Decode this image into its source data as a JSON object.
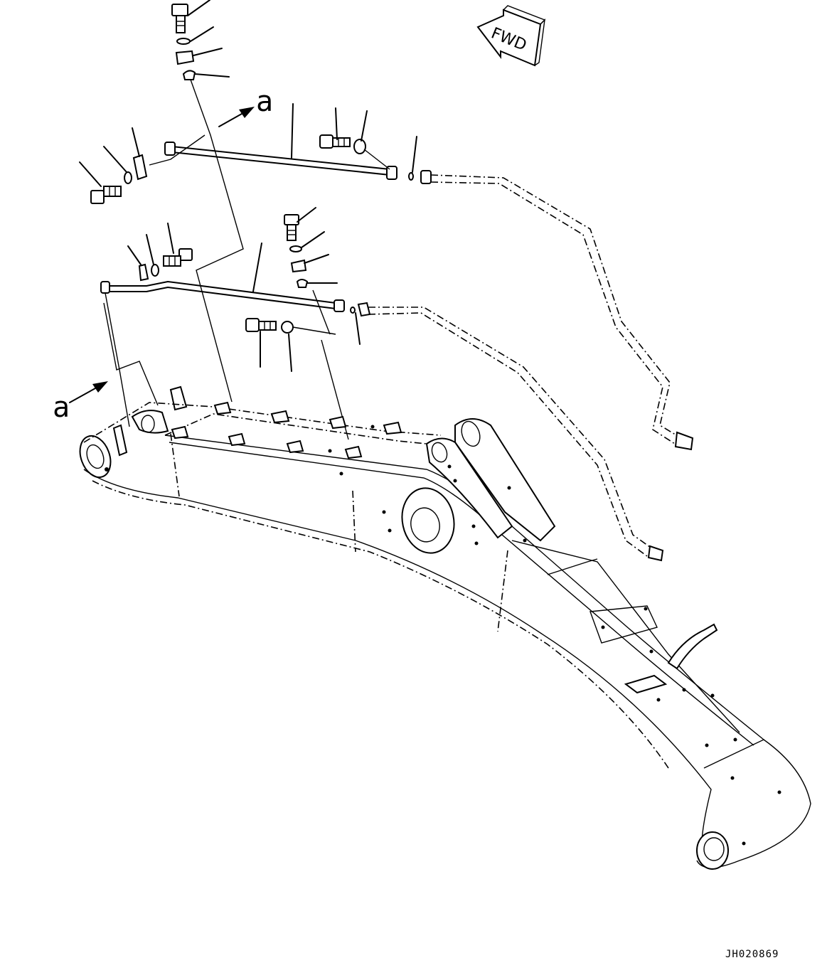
{
  "labels": {
    "view_marker_top": "a",
    "view_marker_bottom": "a",
    "forward_arrow": "FWD",
    "drawing_code": "JH020869"
  },
  "parts": {
    "upper_bracket_stack": [
      "bolt",
      "washer",
      "clamp",
      "clamp-half"
    ],
    "upper_tube": [
      "bolt",
      "washer",
      "clamp",
      "tube",
      "flange-bolt",
      "washer",
      "o-ring",
      "hose"
    ],
    "lower_tube": [
      "clamp",
      "washer",
      "flange-bolt",
      "tube",
      "bolt",
      "washer",
      "clamp",
      "clamp-half",
      "flange-bolt",
      "washer",
      "o-ring",
      "hose"
    ],
    "boom": "boom"
  }
}
